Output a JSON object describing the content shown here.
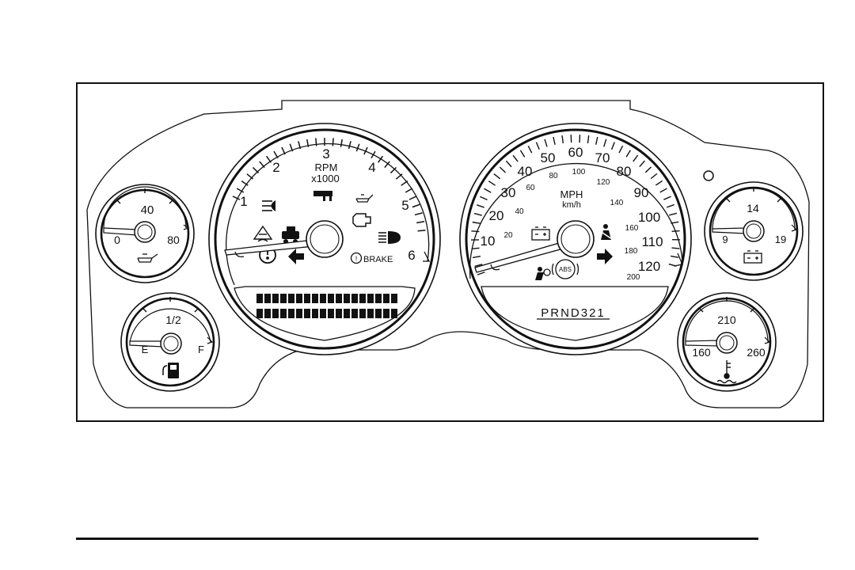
{
  "colors": {
    "ink": "#111111",
    "paper": "#ffffff"
  },
  "tachometer": {
    "ticks": [
      "1",
      "2",
      "3",
      "4",
      "5",
      "6"
    ],
    "unit": "RPM",
    "multiplier": "x1000",
    "brake_label": "BRAKE",
    "lcd_segments": 18
  },
  "speedometer": {
    "mph_ticks": [
      "10",
      "20",
      "30",
      "40",
      "50",
      "60",
      "70",
      "80",
      "90",
      "100",
      "110",
      "120"
    ],
    "kmh_ticks": [
      "20",
      "40",
      "60",
      "80",
      "100",
      "120",
      "140",
      "160",
      "180",
      "200"
    ],
    "unit_primary": "MPH",
    "unit_secondary": "km/h",
    "abs_label": "ABS",
    "gear_indicator": "PRND321"
  },
  "oil_gauge": {
    "low": "0",
    "mid": "40",
    "high": "80",
    "icon": "oil-can-icon"
  },
  "fuel_gauge": {
    "mid": "1/2",
    "empty": "E",
    "full": "F",
    "icon": "fuel-pump-icon"
  },
  "volt_gauge": {
    "low": "9",
    "mid": "14",
    "high": "19",
    "icon": "battery-icon"
  },
  "temp_gauge": {
    "low": "160",
    "mid": "210",
    "high": "260",
    "icon": "coolant-temp-icon"
  }
}
